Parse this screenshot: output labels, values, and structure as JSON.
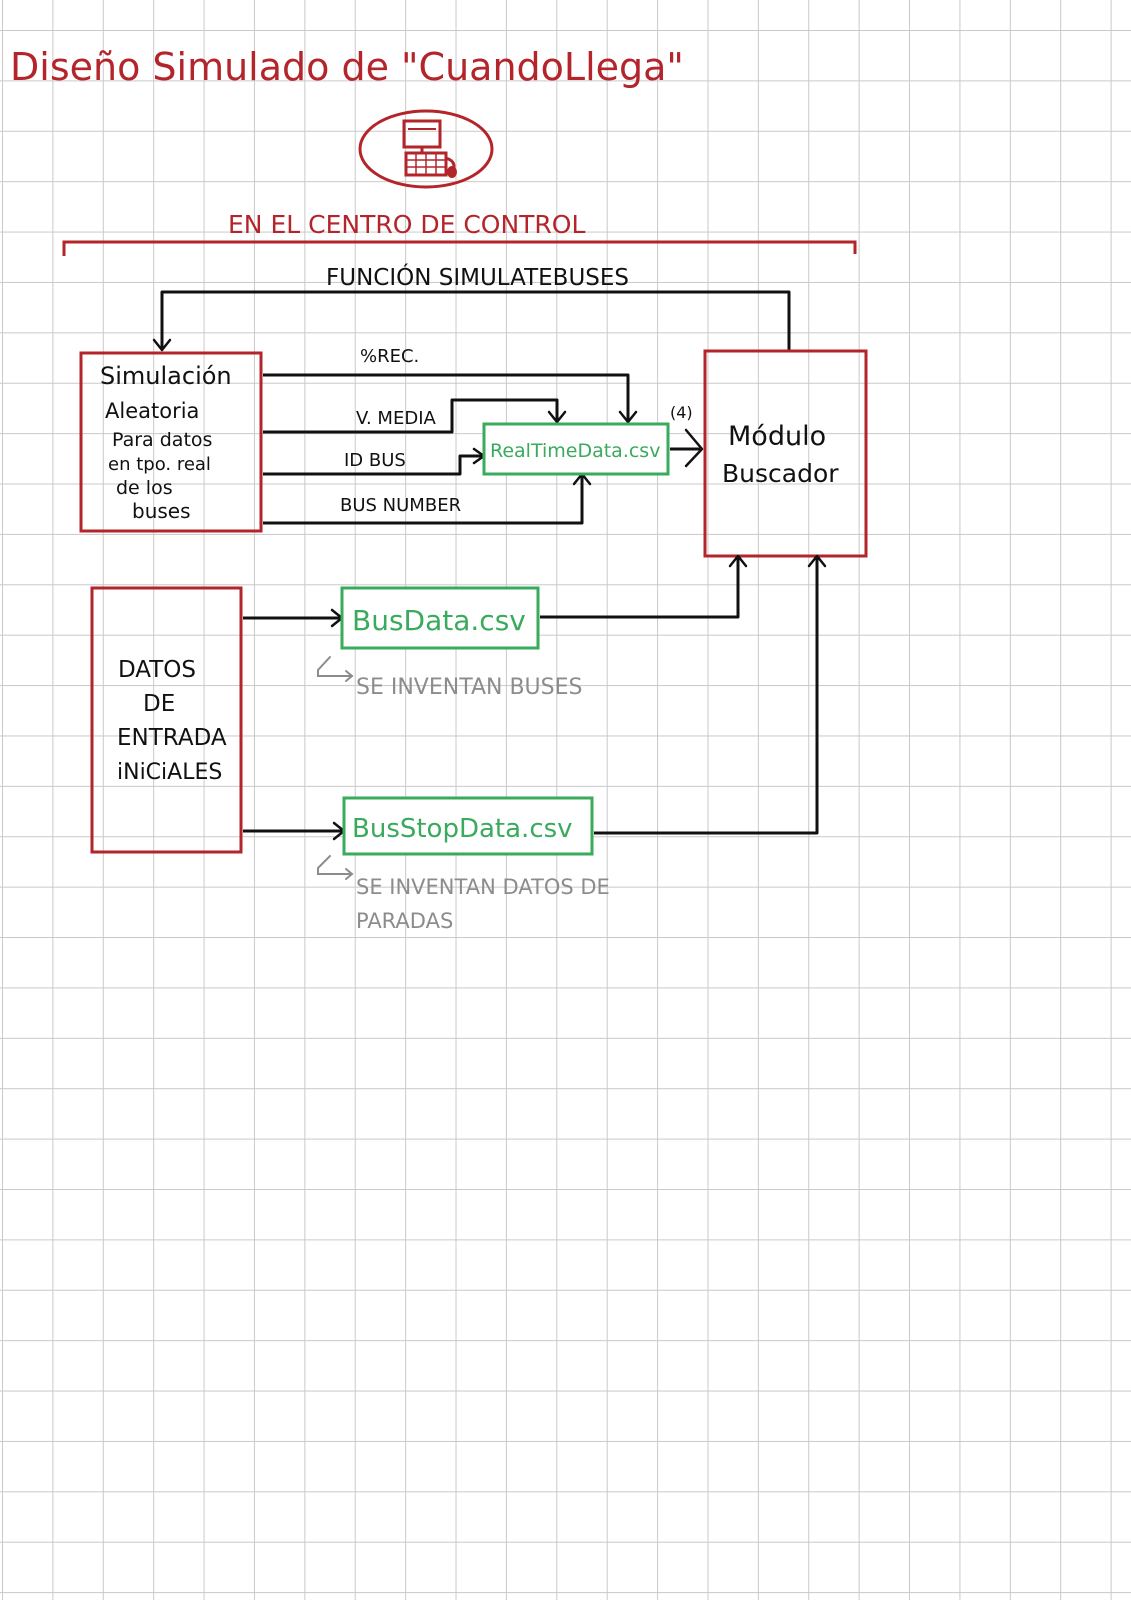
{
  "title": "Diseño Simulado de \"CuandoLlega\"",
  "control_icon": "computer-terminal-icon",
  "control_center_label": "EN EL CENTRO DE CONTROL",
  "function_label": "FUNCIÓN SIMULATEBUSES",
  "simulation_box": {
    "lines": [
      "Simulación",
      "Aleatoria",
      "Para datos",
      "en tpo. real",
      "de los",
      "buses"
    ]
  },
  "flow_labels": {
    "rec": "%REC.",
    "vmedia": "V. MEDIA",
    "idbus": "ID BUS",
    "busnumber": "BUS NUMBER",
    "four": "(4)"
  },
  "files": {
    "realtime": "RealTimeData.csv",
    "busdata": "BusData.csv",
    "busstop": "BusStopData.csv"
  },
  "module_box": {
    "lines": [
      "Módulo",
      "Buscador"
    ]
  },
  "input_box": {
    "lines": [
      "DATOS",
      "DE",
      "ENTRADA",
      "iNiCiALES"
    ]
  },
  "notes": {
    "busdata": "SE INVENTAN BUSES",
    "busstop_1": "SE INVENTAN DATOS DE",
    "busstop_2": "PARADAS"
  },
  "colors": {
    "red": "#b3252a",
    "green": "#3aaa5c",
    "gray": "#8c8c8c",
    "black": "#111111"
  }
}
